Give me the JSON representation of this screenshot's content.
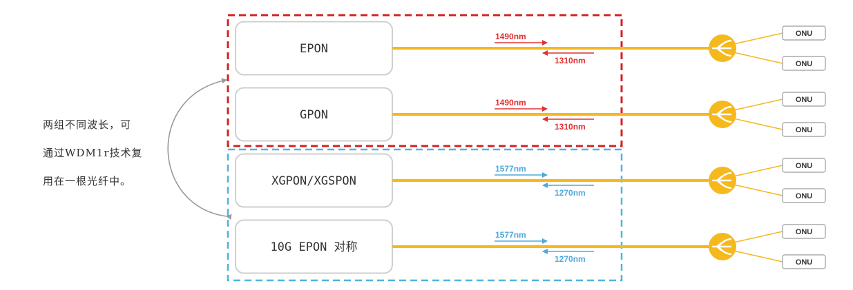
{
  "note": {
    "lines": [
      "两组不同波长，可",
      "通过WDM1r技术复",
      "用在一根光纤中。"
    ]
  },
  "colors": {
    "group_a_border": "#d42020",
    "group_b_border": "#4fb3dc",
    "fiber": "#f5b91e",
    "wavelength_red": "#e03030",
    "wavelength_blue": "#4fa8dc",
    "box_border": "#cfcfcf",
    "connector_arrow": "#999999"
  },
  "rows": [
    {
      "olt_label": "EPON",
      "down_wavelength": "1490nm",
      "up_wavelength": "1310nm",
      "wavelength_color": "red",
      "onus": [
        "ONU",
        "ONU"
      ]
    },
    {
      "olt_label": "GPON",
      "down_wavelength": "1490nm",
      "up_wavelength": "1310nm",
      "wavelength_color": "red",
      "onus": [
        "ONU",
        "ONU"
      ]
    },
    {
      "olt_label": "XGPON/XGSPON",
      "down_wavelength": "1577nm",
      "up_wavelength": "1270nm",
      "wavelength_color": "blue",
      "onus": [
        "ONU",
        "ONU"
      ]
    },
    {
      "olt_label": "10G EPON 对称",
      "down_wavelength": "1577nm",
      "up_wavelength": "1270nm",
      "wavelength_color": "blue",
      "onus": [
        "ONU",
        "ONU"
      ]
    }
  ]
}
